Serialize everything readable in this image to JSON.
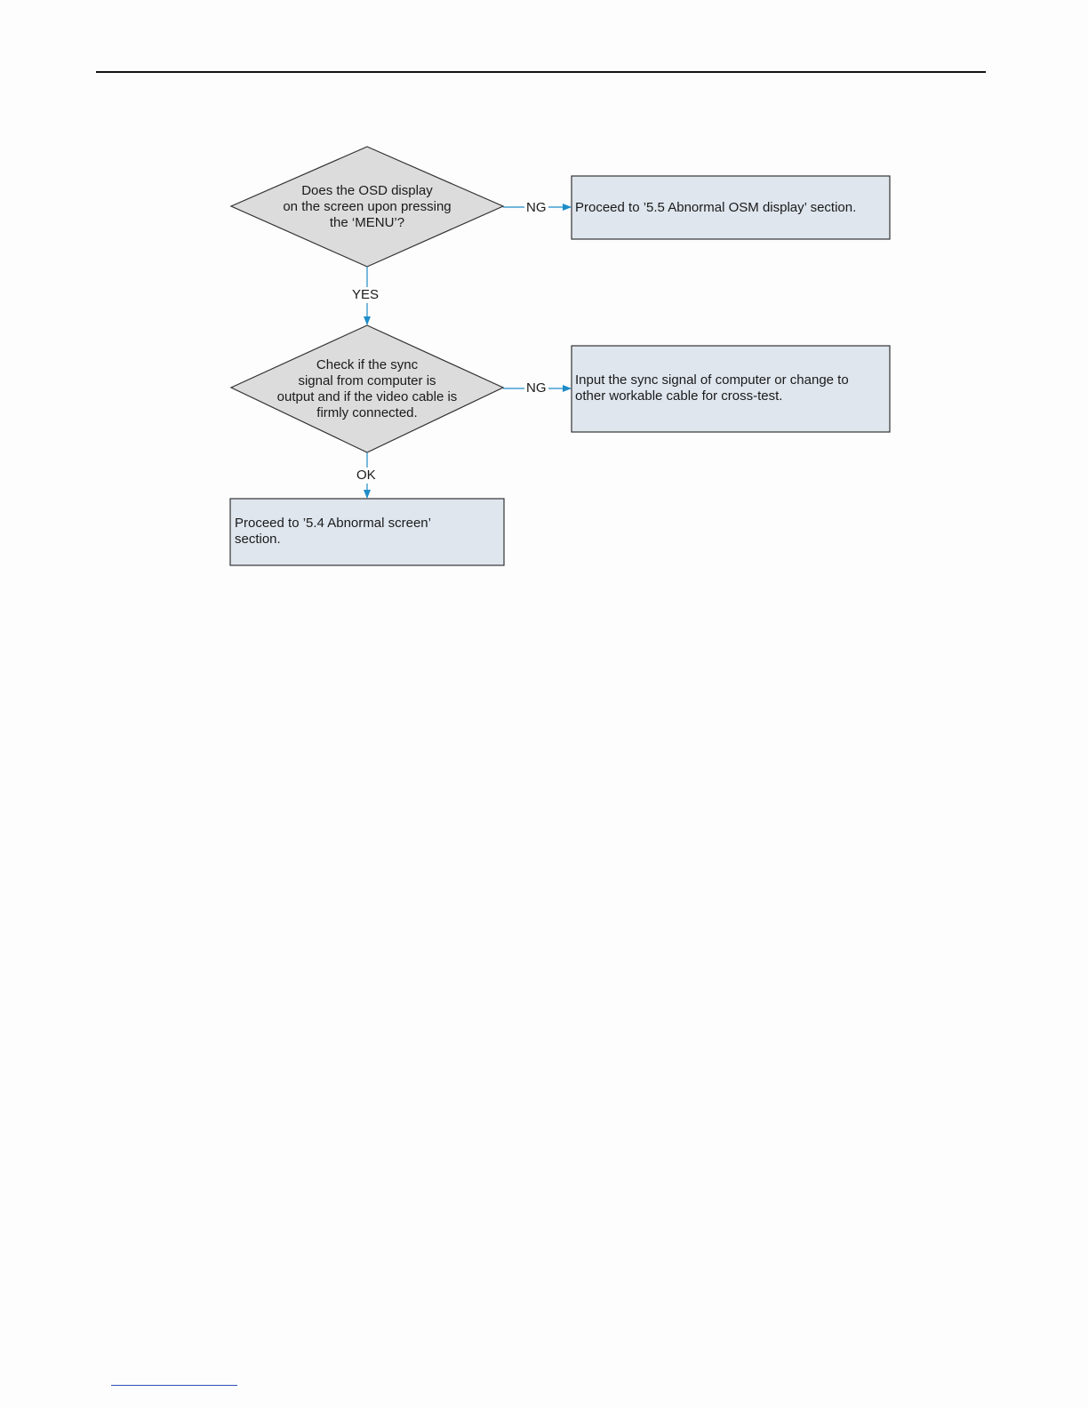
{
  "nodes": {
    "decision_osd": {
      "lines": [
        "Does the OSD display",
        "on the screen upon pressing",
        "the ‘MENU’?"
      ]
    },
    "action_osm": {
      "lines": [
        "Proceed to ’5.5 Abnormal OSM display’ section."
      ]
    },
    "decision_sync": {
      "lines": [
        "Check if the sync",
        "signal from computer is",
        "output and if the video cable is",
        "firmly connected."
      ]
    },
    "action_sync_cable": {
      "lines": [
        "Input the sync signal of computer or change to",
        "other workable cable for cross-test."
      ]
    },
    "action_screen": {
      "lines": [
        "Proceed to ’5.4 Abnormal screen’",
        "section."
      ]
    }
  },
  "edges": {
    "osd_ng": "NG",
    "osd_yes": "YES",
    "sync_ng": "NG",
    "sync_ok": "OK"
  },
  "colors": {
    "shape_fill_diamond": "#dcdcdc",
    "shape_fill_box": "#dfe6ee",
    "shape_stroke": "#333333",
    "connector": "#1e8cc8"
  }
}
